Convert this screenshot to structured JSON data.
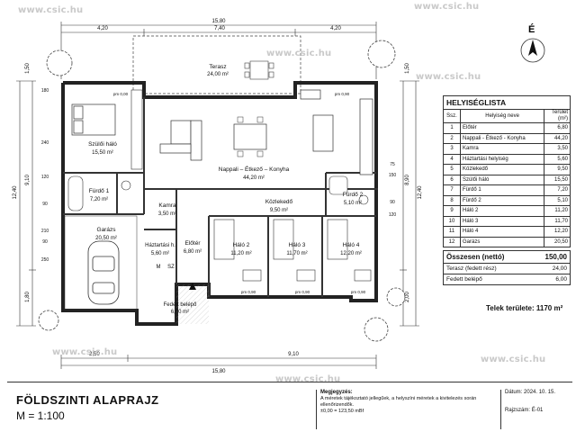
{
  "watermark": "www.csic.hu",
  "compass": "É",
  "rooms": [
    {
      "idx": "1",
      "name": "Előtér",
      "area": "6,80",
      "label_area": "6,80 m²",
      "plan_name": "Előtér"
    },
    {
      "idx": "2",
      "name": "Nappali - Étkező - Konyha",
      "area": "44,20",
      "label_area": "44,20 m²",
      "plan_name": "Nappali – Étkező – Konyha"
    },
    {
      "idx": "3",
      "name": "Kamra",
      "area": "3,50",
      "label_area": "3,50 m²",
      "plan_name": "Kamra"
    },
    {
      "idx": "4",
      "name": "Háztartási helyiség",
      "area": "5,60",
      "label_area": "5,60 m²",
      "plan_name": "Háztartási h."
    },
    {
      "idx": "5",
      "name": "Közlekedő",
      "area": "9,50",
      "label_area": "9,50 m²",
      "plan_name": "Közlekedő"
    },
    {
      "idx": "6",
      "name": "Szülői háló",
      "area": "15,50",
      "label_area": "15,50 m²",
      "plan_name": "Szülői háló"
    },
    {
      "idx": "7",
      "name": "Fürdő 1",
      "area": "7,20",
      "label_area": "7,20 m²",
      "plan_name": "Fürdő 1"
    },
    {
      "idx": "8",
      "name": "Fürdő 2",
      "area": "5,10",
      "label_area": "5,10 m²",
      "plan_name": "Fürdő 2"
    },
    {
      "idx": "9",
      "name": "Háló 2",
      "area": "11,20",
      "label_area": "11,20 m²",
      "plan_name": "Háló 2"
    },
    {
      "idx": "10",
      "name": "Háló 3",
      "area": "11,70",
      "label_area": "11,70 m²",
      "plan_name": "Háló 3"
    },
    {
      "idx": "11",
      "name": "Háló 4",
      "area": "12,20",
      "label_area": "12,20 m²",
      "plan_name": "Háló 4"
    },
    {
      "idx": "12",
      "name": "Garázs",
      "area": "20,50",
      "label_area": "20,50 m²",
      "plan_name": "Garázs"
    }
  ],
  "plan_extra": {
    "terasz": "Terasz",
    "terasz_area": "24,00 m²",
    "fedett": "Fedett belépő",
    "fedett_area": "6,00 m²",
    "pm90": "pm 0,90",
    "pm00": "pm 0,00",
    "m": "M",
    "sz": "SZ"
  },
  "dims": {
    "top_total": "15,80",
    "top_a": "4,20",
    "top_b": "7,40",
    "top_c": "4,20",
    "bottom_a": "2,50",
    "bottom_b": "9,10",
    "bottom_total": "15,80",
    "left_total": "12,40",
    "left_a": "9,10",
    "left_b": "1,80",
    "left_c": "1,50",
    "right_total": "12,40",
    "right_a": "8,90",
    "right_b": "2,00",
    "right_c": "1,50",
    "misc": [
      "180",
      "240",
      "120",
      "90",
      "210",
      "90",
      "250",
      "75",
      "150",
      "90",
      "120"
    ]
  },
  "schedule": {
    "title": "HELYISÉGLISTA",
    "h_idx": "Ssz.",
    "h_name": "Helyiség neve",
    "h_area": "Terület",
    "h_unit": "(m²)",
    "total_label": "Összesen (nettó)",
    "total_value": "150,00",
    "extra": [
      {
        "name": "Terasz (fedett rész)",
        "value": "24,00"
      },
      {
        "name": "Fedett belépő",
        "value": "6,00"
      }
    ]
  },
  "plot": "Telek területe: 1170 m²",
  "footer": {
    "title": "FÖLDSZINTI ALAPRAJZ",
    "scale": "M = 1:100",
    "notes_head": "Megjegyzés:",
    "notes": "A méretek tájékoztató jellegűek, a helyszíni méretek a kivitelezés során ellenőrizendők.",
    "level": "±0,00 = 123,50 mBf",
    "date_label": "Dátum:",
    "date": "2024. 10. 15.",
    "sheet_label": "Rajzszám:",
    "sheet": "É-01"
  }
}
